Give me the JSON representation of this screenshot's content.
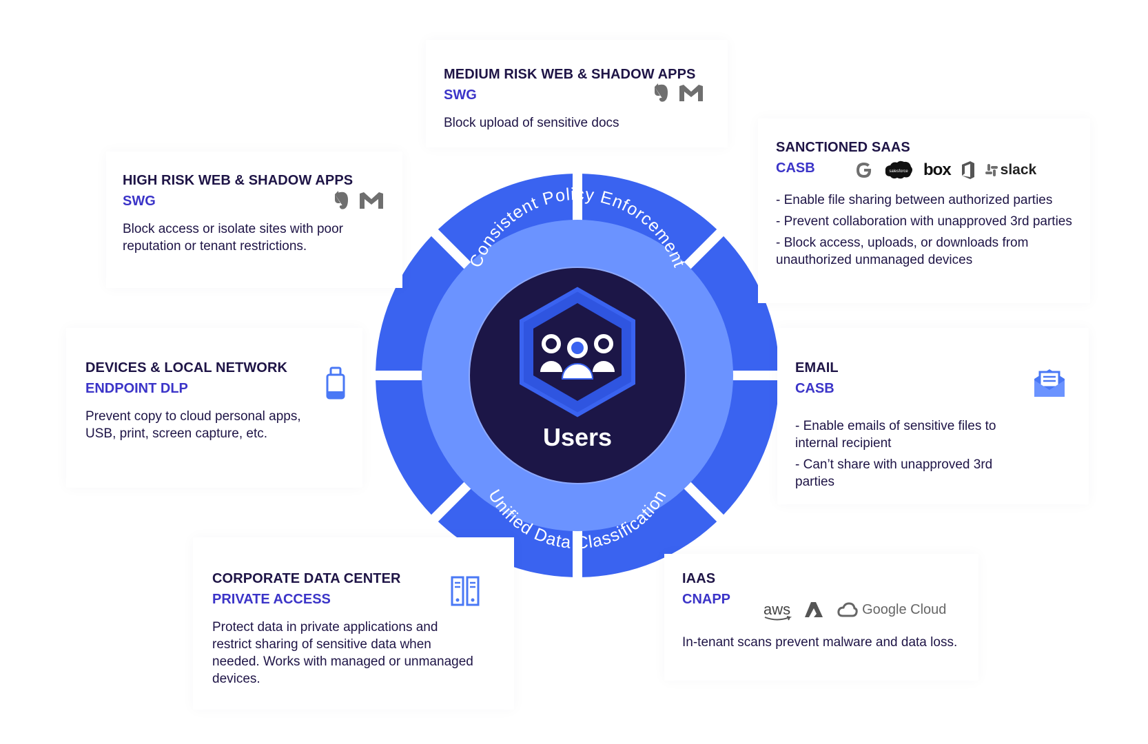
{
  "cards": {
    "medium": {
      "title": "MEDIUM RISK WEB & SHADOW APPS",
      "sub": "SWG",
      "desc": "Block upload of sensitive docs"
    },
    "high": {
      "title": "HIGH RISK WEB & SHADOW APPS",
      "sub": "SWG",
      "desc": "Block access or isolate sites with poor reputation or tenant restrictions."
    },
    "saas": {
      "title": "SANCTIONED SAAS",
      "sub": "CASB",
      "bullets": [
        "- Enable file sharing between authorized parties",
        "- Prevent collaboration with unapproved 3rd parties",
        "- Block access, uploads, or downloads from unauthorized unmanaged devices"
      ]
    },
    "devices": {
      "title": "DEVICES & LOCAL NETWORK",
      "sub": "ENDPOINT DLP",
      "desc": "Prevent copy to cloud personal apps, USB, print, screen capture, etc."
    },
    "email": {
      "title": "EMAIL",
      "sub": "CASB",
      "bullets": [
        "- Enable emails of sensitive files to internal recipient",
        "- Can’t share with unapproved 3rd parties"
      ]
    },
    "dc": {
      "title": "CORPORATE DATA CENTER",
      "sub": "PRIVATE ACCESS",
      "desc": "Protect data in private applications and restrict sharing of sensitive data when needed. Works with managed or unmanaged devices."
    },
    "iaas": {
      "title": "IAAS",
      "sub": "CNAPP",
      "desc": "In-tenant scans prevent malware and data loss."
    }
  },
  "logos": {
    "salesforce": "salesforce",
    "box": "box",
    "slack": "slack",
    "aws": "aws",
    "google_cloud": "Google Cloud"
  },
  "icons": {
    "evernote": "evernote-icon",
    "gmail": "gmail-icon",
    "google": "google-icon",
    "office": "office-icon",
    "usb": "usb-drive-icon",
    "envelope": "envelope-icon",
    "server": "server-icon",
    "azure": "azure-icon"
  },
  "center": {
    "label": "Users",
    "top_arc": "Consistent Policy Enforcement",
    "bottom_arc": "Unified Data Classification"
  },
  "colors": {
    "navy": "#1e1446",
    "accent": "#3b34c8",
    "segment": "#3a63f0",
    "inner_ring": "#6b93ff",
    "core": "#1c1647",
    "hexagon": "#2f55e0"
  }
}
